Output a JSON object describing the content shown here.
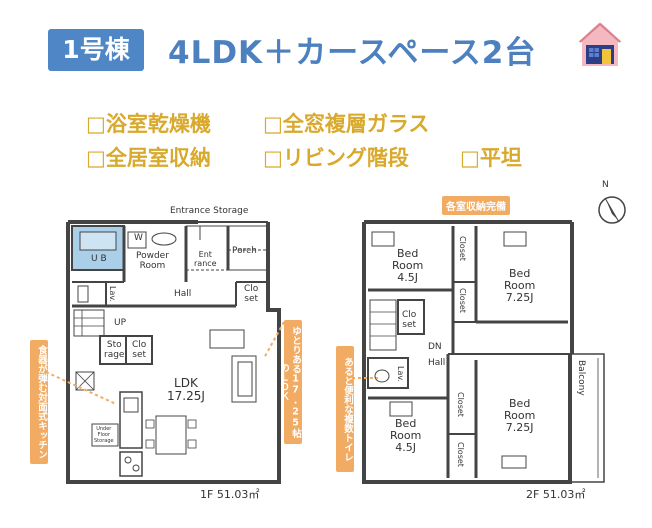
{
  "building": {
    "badge": "1号棟",
    "headline": "4LDK＋カースペース2台"
  },
  "features": [
    "□浴室乾燥機",
    "□全窓複層ガラス",
    "□全居室収納",
    "□リビング階段",
    "□平坦"
  ],
  "floor1": {
    "entrance_storage": "Entrance Storage",
    "ub": "U B",
    "w": "W",
    "powder_line1": "Powder",
    "powder_line2": "Room",
    "ent_line1": "Ent",
    "ent_line2": "rance",
    "porch": "Porch",
    "lav": "Lav.",
    "hall": "Hall",
    "closet1_line1": "Clo",
    "closet1_line2": "set",
    "up": "UP",
    "storage_line1": "Sto",
    "storage_line2": "rage",
    "closet2_line1": "Clo",
    "closet2_line2": "set",
    "ldk": "LDK",
    "ldk_size": "17.25J",
    "floor_storage_line1": "Under",
    "floor_storage_line2": "Floor",
    "floor_storage_line3": "Storage",
    "area": "1F 51.03㎡"
  },
  "floor2": {
    "storage_note": "各室収納完備",
    "bed1_line1": "Bed",
    "bed1_line2": "Room",
    "bed1_size": "4.5J",
    "closet_a": "Closet",
    "bed2_line1": "Bed",
    "bed2_line2": "Room",
    "bed2_size": "7.25J",
    "closet_b": "Closet",
    "closet_c_line1": "Clo",
    "closet_c_line2": "set",
    "dn": "DN",
    "hall": "Hall",
    "lav": "Lav.",
    "balcony": "Balcony",
    "closet_d": "Closet",
    "bed3_line1": "Bed",
    "bed3_line2": "Room",
    "bed3_size": "7.25J",
    "bed4_line1": "Bed",
    "bed4_line2": "Room",
    "bed4_size": "4.5J",
    "closet_e": "Closet",
    "area": "2F 51.03㎡"
  },
  "compass": {
    "north": "N"
  },
  "callouts": {
    "kitchen": "食器が弾む対面式キッチン",
    "living": "ゆとりある17.25帖のＬＤＫ",
    "toilet": "あると便利な複数トイレ"
  },
  "colors": {
    "badge": "#4f86c6",
    "headline": "#4d80be",
    "feature": "#d9a92c",
    "callout": "#f2ab62",
    "bath": "#aacfe8"
  }
}
